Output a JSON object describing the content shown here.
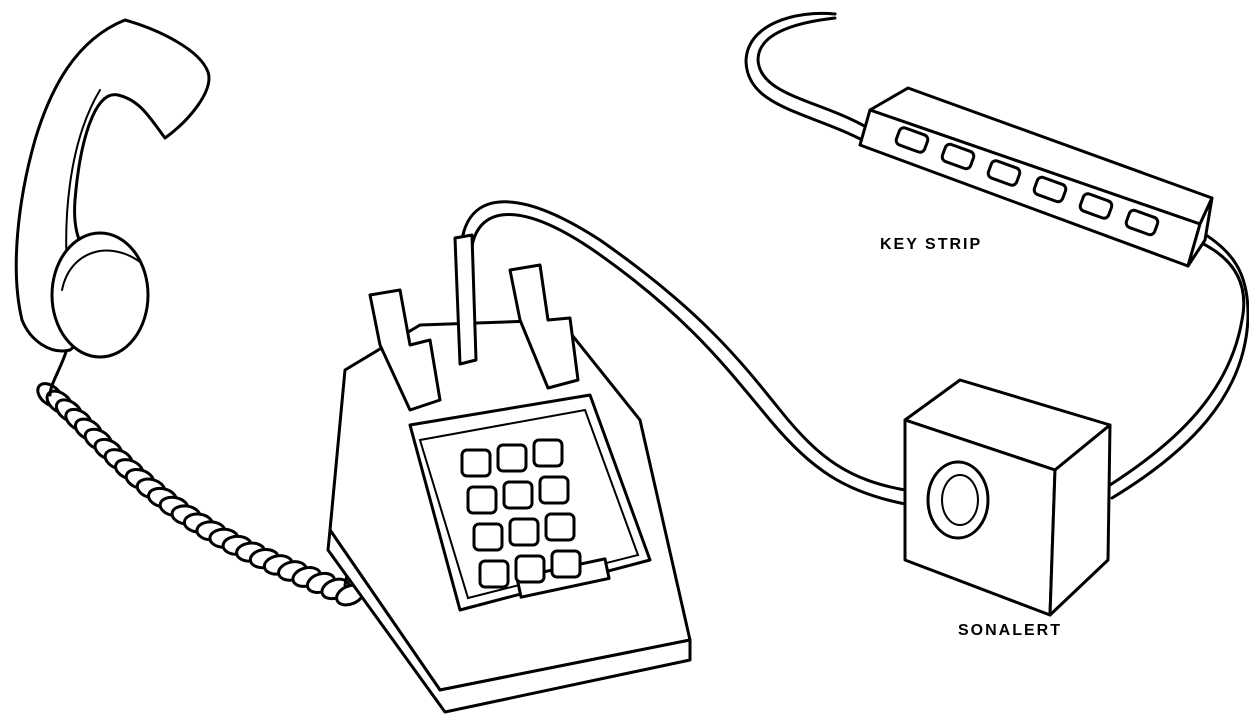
{
  "labels": {
    "key_strip": "KEY STRIP",
    "sonalert": "SONALERT"
  },
  "phone": {
    "keypad_rows": 4,
    "keypad_cols": 3
  },
  "key_strip": {
    "button_count": 6
  },
  "colors": {
    "ink": "#000000",
    "paper": "#ffffff"
  }
}
